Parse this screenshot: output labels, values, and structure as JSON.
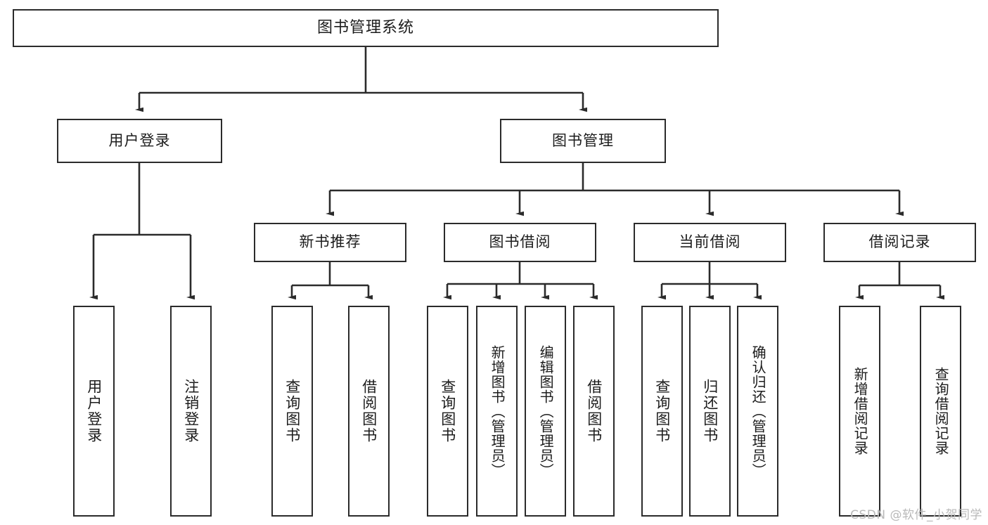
{
  "diagram": {
    "title": "图书管理系统",
    "watermark": "CSDN @软件_小贺同学",
    "line_color": "#2b2b2b",
    "box_fill": "#ffffff",
    "text_color": "#1c1c1c",
    "root": {
      "label": "图书管理系统"
    },
    "level2": [
      {
        "id": "user-login",
        "label": "用户登录"
      },
      {
        "id": "book-manage",
        "label": "图书管理"
      }
    ],
    "level3": [
      {
        "id": "new-book-recommend",
        "label": "新书推荐"
      },
      {
        "id": "book-borrow",
        "label": "图书借阅"
      },
      {
        "id": "current-borrow",
        "label": "当前借阅"
      },
      {
        "id": "borrow-record",
        "label": "借阅记录"
      }
    ],
    "leaves": {
      "user-login": [
        {
          "id": "leaf-user-login",
          "label": "用户登录"
        },
        {
          "id": "leaf-logout-login",
          "label": "注销登录"
        }
      ],
      "new-book-recommend": [
        {
          "id": "leaf-query-book-1",
          "label": "查询图书"
        },
        {
          "id": "leaf-borrow-book-1",
          "label": "借阅图书"
        }
      ],
      "book-borrow": [
        {
          "id": "leaf-query-book-2",
          "label": "查询图书"
        },
        {
          "id": "leaf-add-book",
          "label": "新增图书（管理员）"
        },
        {
          "id": "leaf-edit-book",
          "label": "编辑图书（管理员）"
        },
        {
          "id": "leaf-borrow-book-2",
          "label": "借阅图书"
        }
      ],
      "current-borrow": [
        {
          "id": "leaf-query-book-3",
          "label": "查询图书"
        },
        {
          "id": "leaf-return-book",
          "label": "归还图书"
        },
        {
          "id": "leaf-confirm-return",
          "label": "确认归还（管理员）"
        }
      ],
      "borrow-record": [
        {
          "id": "leaf-add-record",
          "label": "新增借阅记录"
        },
        {
          "id": "leaf-query-record",
          "label": "查询借阅记录"
        }
      ]
    }
  }
}
